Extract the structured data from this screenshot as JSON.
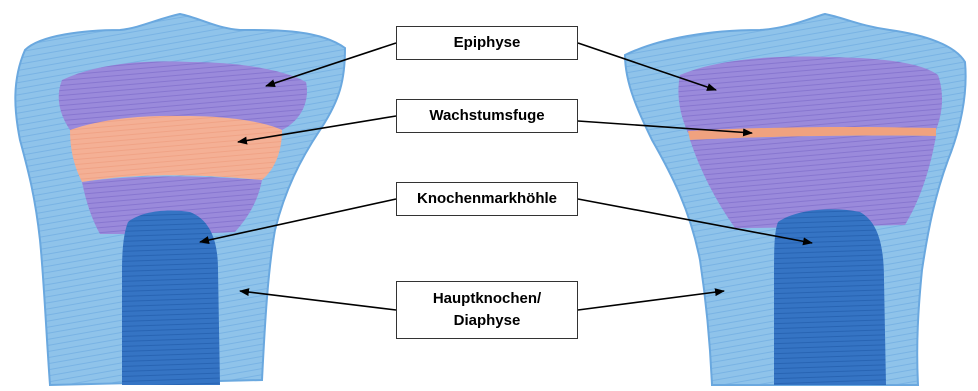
{
  "labels": {
    "epiphyse": "Epiphyse",
    "wachstumsfuge": "Wachstumsfuge",
    "knochenmarkhoehle": "Knochenmarkhöhle",
    "hauptknochen_line1": "Hauptknochen/",
    "hauptknochen_line2": "Diaphyse"
  },
  "colors": {
    "outer_bone": "#8fc3ea",
    "outer_bone_edge": "#5f9fd6",
    "epiphysis": "#8c7ed6",
    "growth_plate": "#f2a98a",
    "marrow_cavity": "#2f6fc0",
    "leader_line": "#000000"
  }
}
